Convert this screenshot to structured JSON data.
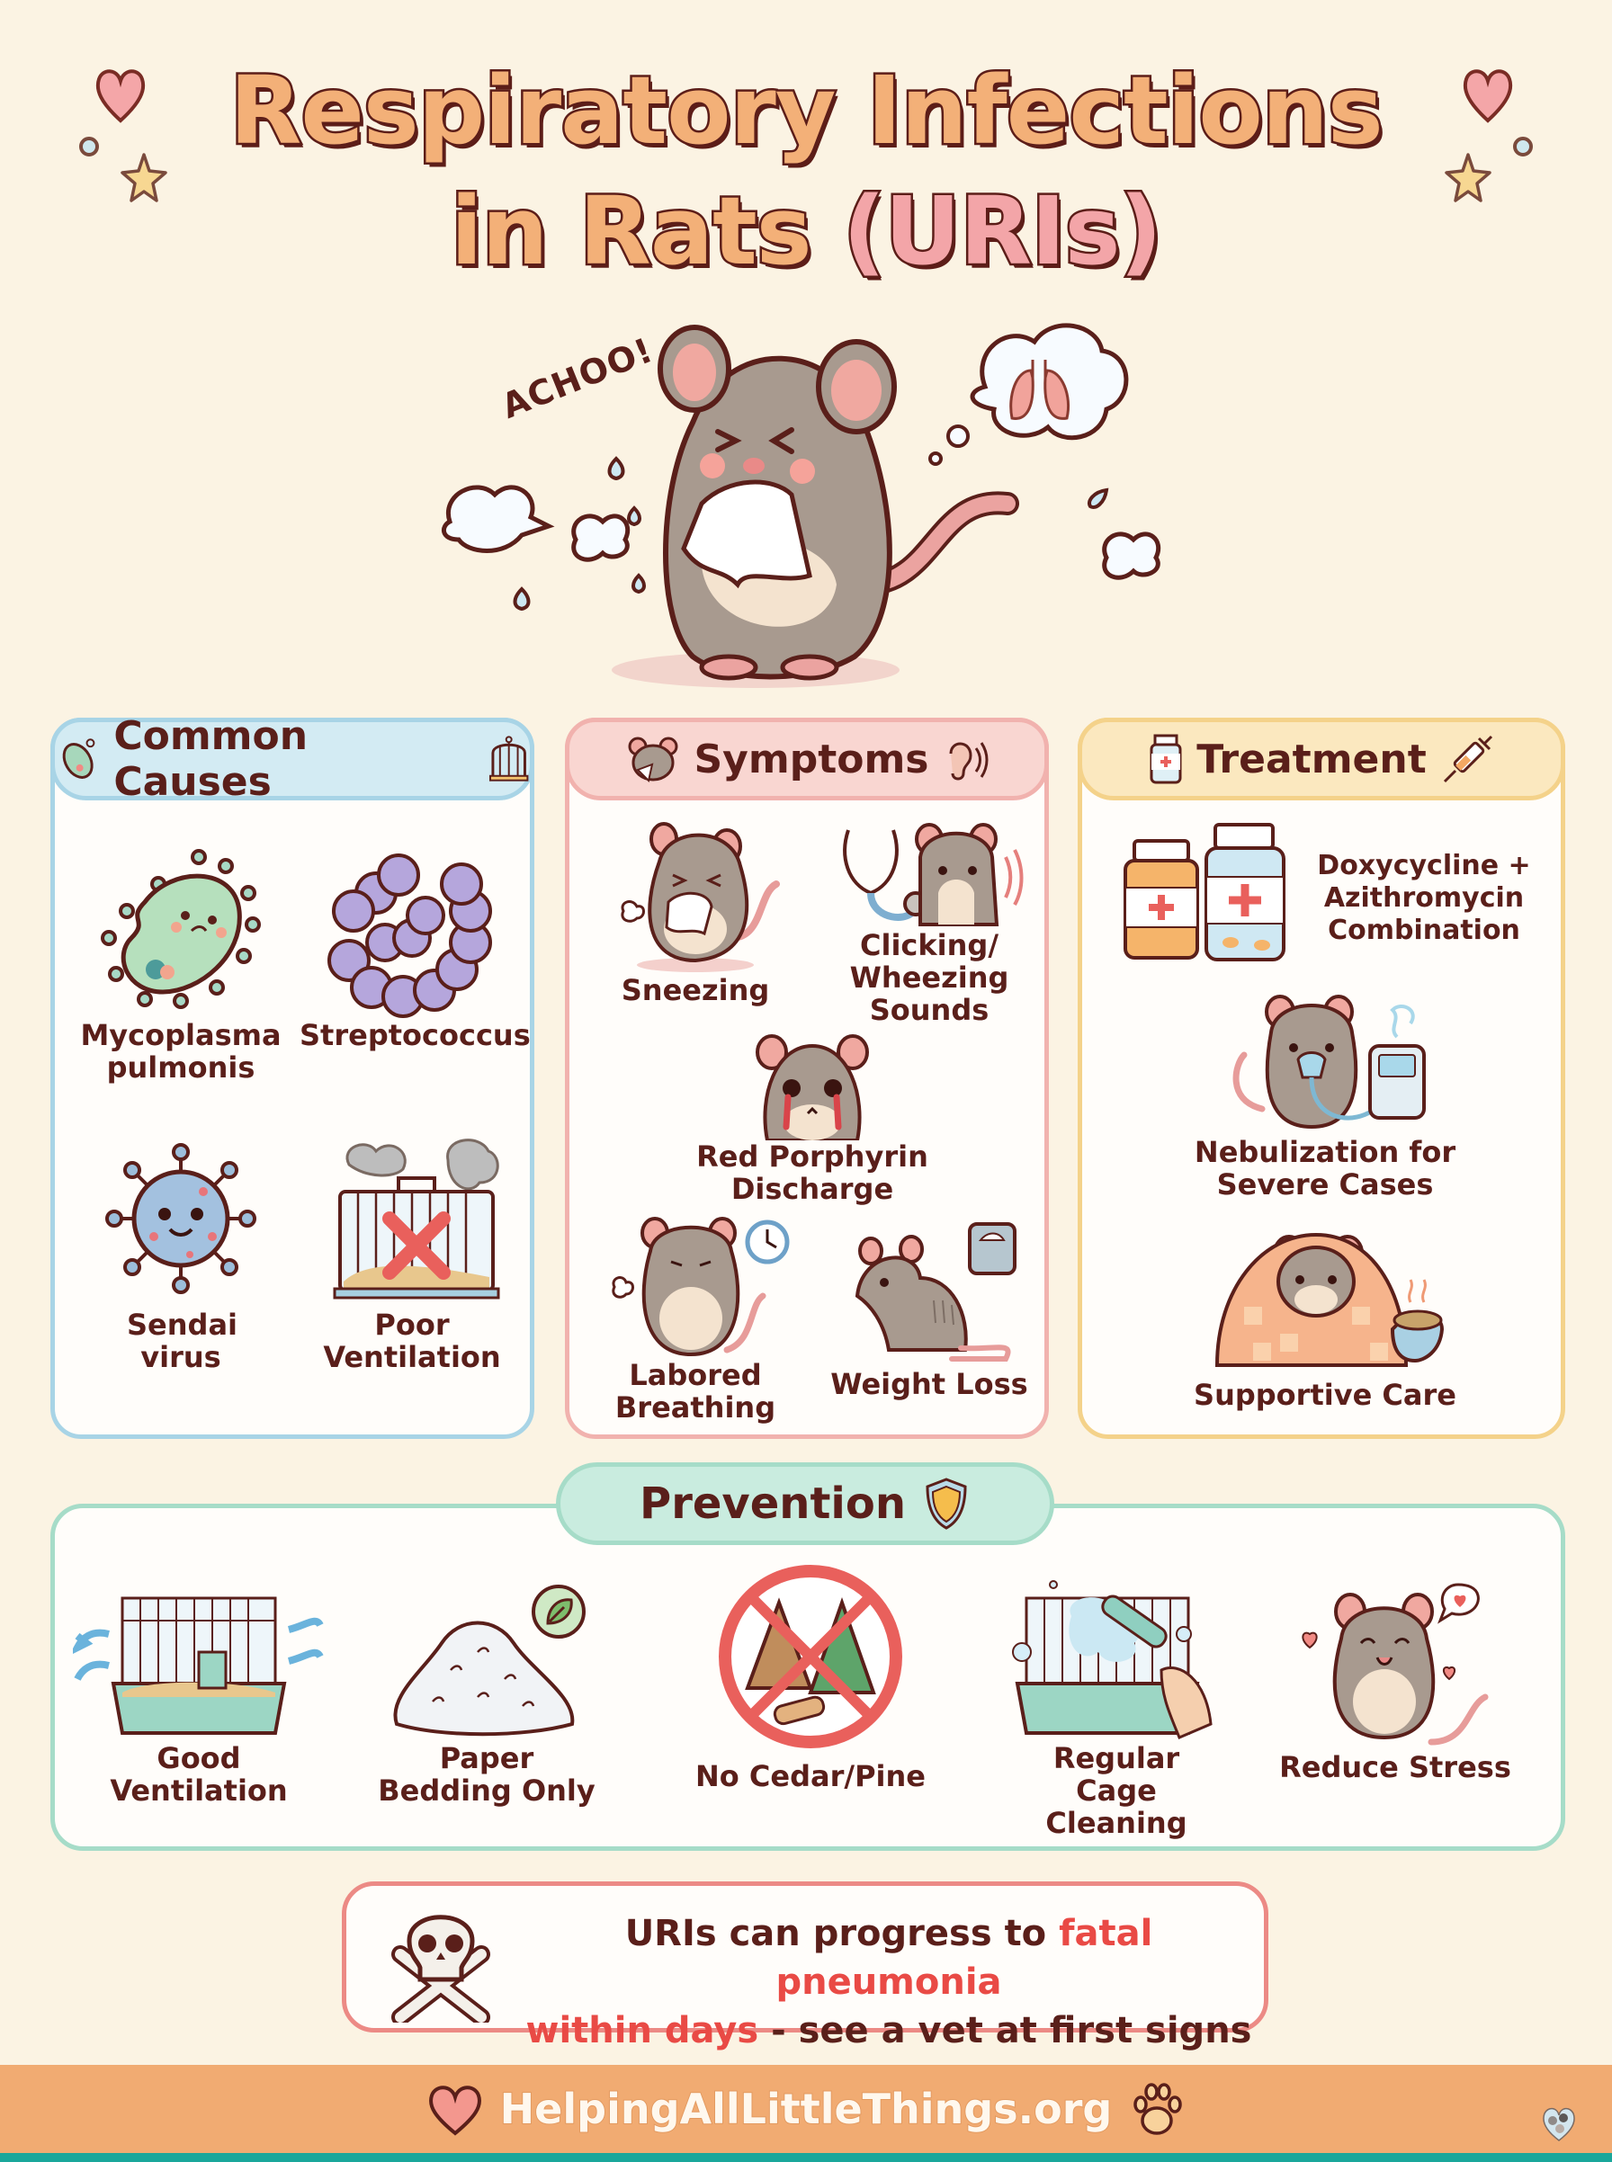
{
  "title": {
    "line1": "Respiratory Infections",
    "line2_prefix": "in Rats ",
    "line2_highlight": "(URIs)"
  },
  "hero": {
    "exclamation": "ACHOO!",
    "thought_bubble_icon": "lungs-icon"
  },
  "colors": {
    "background": "#fbf3e3",
    "title_fill": "#f3b078",
    "title_highlight": "#f3a5a8",
    "outline": "#5c1d18",
    "causes_accent": "#a8d4e6",
    "symptoms_accent": "#f1b2ae",
    "treatment_accent": "#f4d28a",
    "prevention_accent": "#a6dcc8",
    "warning_accent": "#ec8a85",
    "warning_red": "#e94a45",
    "footer_bg": "#f1ab72",
    "footer_bar": "#1aa79b"
  },
  "causes": {
    "heading": "Common Causes",
    "items": [
      {
        "label": "Mycoplasma pulmonis",
        "icon": "bacterium-icon"
      },
      {
        "label": "Streptococcus",
        "icon": "cocci-chain-icon"
      },
      {
        "label": "Sendai virus",
        "icon": "virus-icon"
      },
      {
        "label": "Poor Ventilation",
        "icon": "stuffy-cage-icon"
      }
    ]
  },
  "symptoms": {
    "heading": "Symptoms",
    "items": [
      {
        "label": "Sneezing",
        "icon": "sneezing-rat-icon"
      },
      {
        "label": "Clicking/ Wheezing Sounds",
        "icon": "stethoscope-rat-icon"
      },
      {
        "label": "Red Porphyrin Discharge",
        "icon": "crying-rat-icon"
      },
      {
        "label": "Labored Breathing",
        "icon": "breathing-rat-icon"
      },
      {
        "label": "Weight Loss",
        "icon": "thin-rat-scale-icon"
      }
    ]
  },
  "treatment": {
    "heading": "Treatment",
    "items": [
      {
        "label": "Doxycycline + Azithromycin Combination",
        "icon": "medicine-bottles-icon"
      },
      {
        "label": "Nebulization for Severe Cases",
        "icon": "nebulizer-rat-icon"
      },
      {
        "label": "Supportive Care",
        "icon": "blanket-rat-icon"
      }
    ]
  },
  "prevention": {
    "heading": "Prevention",
    "items": [
      {
        "label": "Good Ventilation",
        "icon": "ventilated-cage-icon"
      },
      {
        "label": "Paper Bedding Only",
        "icon": "paper-bedding-icon"
      },
      {
        "label": "No Cedar/Pine",
        "icon": "no-wood-icon"
      },
      {
        "label": "Regular Cage Cleaning",
        "icon": "cage-cleaning-icon"
      },
      {
        "label": "Reduce Stress",
        "icon": "happy-rat-icon"
      }
    ]
  },
  "warning": {
    "part1": "URIs can progress to ",
    "highlight1": "fatal pneumonia",
    "newline_highlight": "within days",
    "part2": " - see a vet at first signs"
  },
  "footer": {
    "url": "HelpingAllLittleThings.org"
  }
}
